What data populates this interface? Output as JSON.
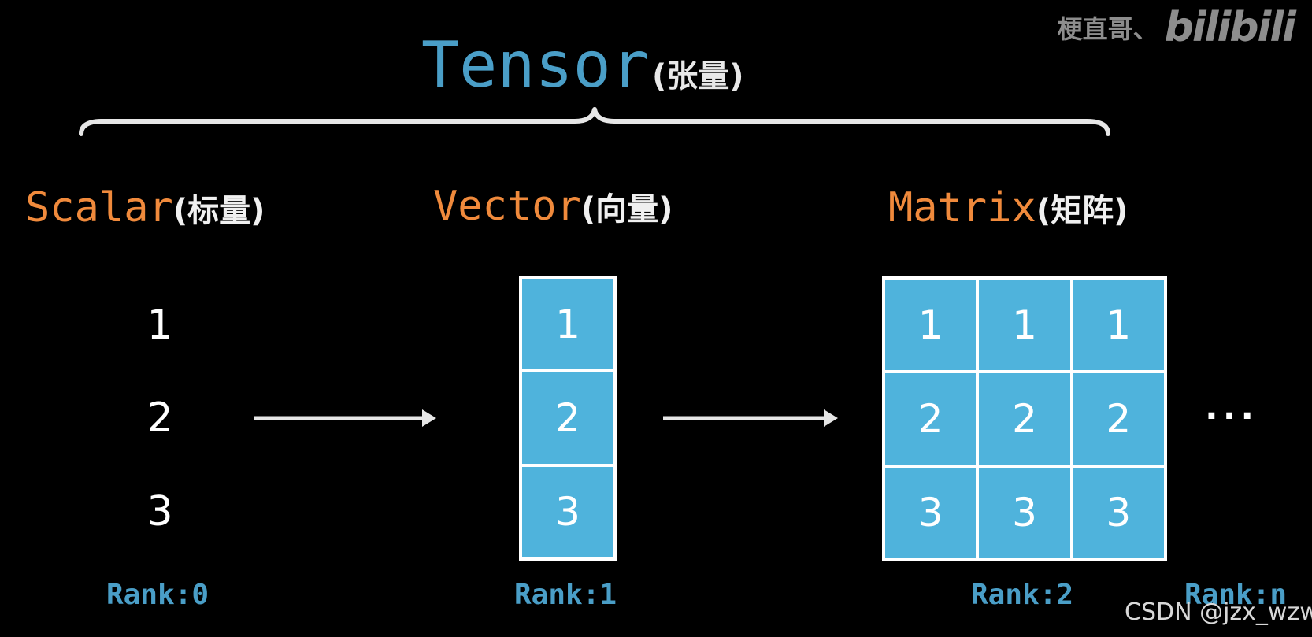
{
  "title": {
    "main": "Tensor",
    "sub": "(张量)"
  },
  "watermark": {
    "author": "梗直哥、",
    "logo": "bilibili"
  },
  "sections": {
    "scalar": {
      "heading": "Scalar",
      "heading_sub": "(标量)",
      "values": [
        "1",
        "2",
        "3"
      ],
      "rank": "Rank:0"
    },
    "vector": {
      "heading": "Vector",
      "heading_sub": "(向量)",
      "values": [
        "1",
        "2",
        "3"
      ],
      "rank": "Rank:1"
    },
    "matrix": {
      "heading": "Matrix",
      "heading_sub": "(矩阵)",
      "rows": [
        [
          "1",
          "1",
          "1"
        ],
        [
          "2",
          "2",
          "2"
        ],
        [
          "3",
          "3",
          "3"
        ]
      ],
      "rank": "Rank:2"
    },
    "tensor_n": {
      "ellipsis": "...",
      "rank": "Rank:n"
    }
  },
  "credit": "CSDN @jzx_wzw",
  "colors": {
    "background": "#000000",
    "title": "#4a9ec7",
    "heading": "#f08a3c",
    "cell_fill": "#4fb3dc",
    "rank": "#4a9ec7"
  }
}
